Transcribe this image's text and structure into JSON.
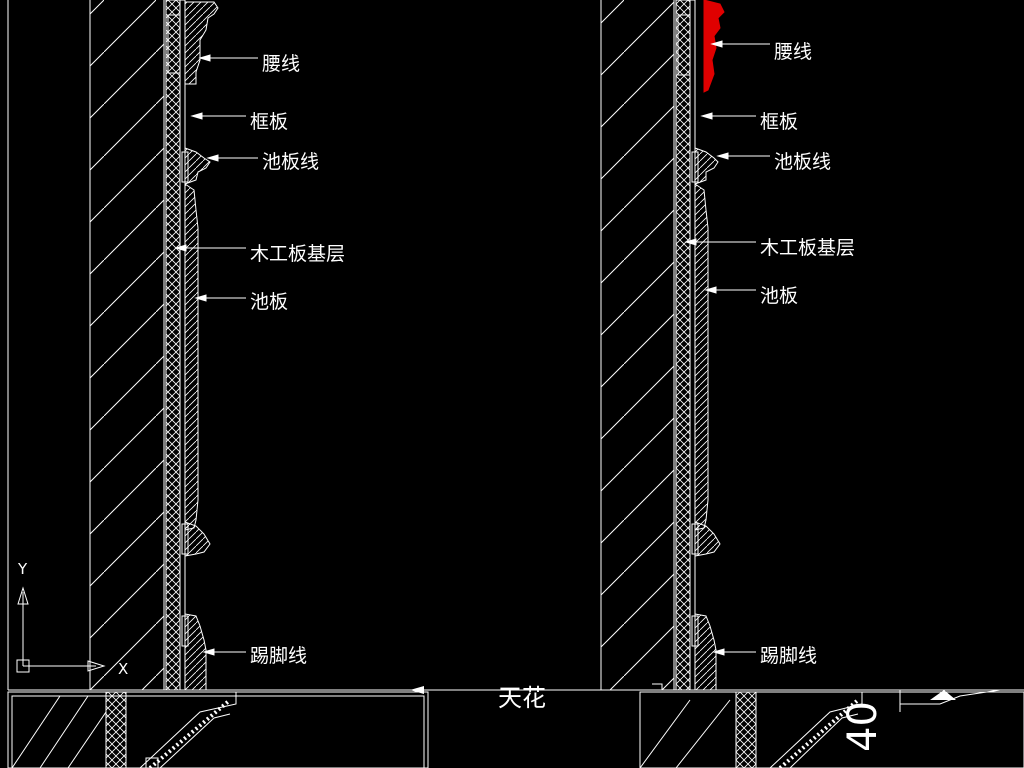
{
  "drawing": {
    "callouts": {
      "waist_line": "腰线",
      "frame_board": "框板",
      "panel_line": "池板线",
      "plywood_base": "木工板基层",
      "panel": "池板",
      "skirting_line": "踢脚线"
    },
    "ceiling_label": "天花",
    "dimension_text": "40",
    "ucs": {
      "x_label": "X",
      "y_label": "Y"
    },
    "colors": {
      "background": "#000000",
      "linework": "#ffffff",
      "highlight": "#e00000"
    }
  }
}
